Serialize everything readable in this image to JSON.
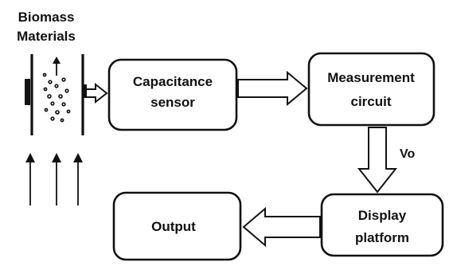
{
  "biomass_title": {
    "line1": "Biomass",
    "line2": "Materials"
  },
  "blocks": {
    "capacitance_sensor": {
      "line1": "Capacitance",
      "line2": "sensor"
    },
    "measurement_circuit": {
      "line1": "Measurement",
      "line2": "circuit"
    },
    "display_platform": {
      "line1": "Display",
      "line2": "platform"
    },
    "output": {
      "label": "Output"
    }
  },
  "signal_label": "Vo"
}
